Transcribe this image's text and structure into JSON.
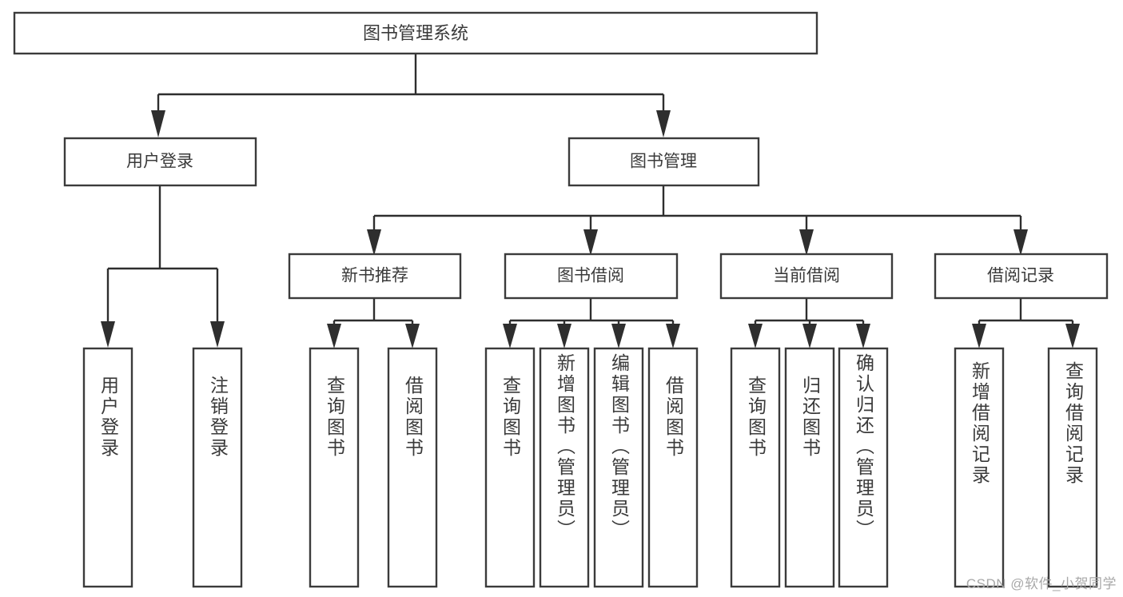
{
  "diagram": {
    "type": "tree-structure-chart",
    "title": "图书管理系统",
    "colors": {
      "background": "#ffffff",
      "box_stroke": "#3b3b3b",
      "connector": "#2e2e2e",
      "text": "#3a3a3a",
      "watermark": "#a8a8a8"
    },
    "root": {
      "label": "图书管理系统"
    },
    "level1": [
      {
        "label": "用户登录"
      },
      {
        "label": "图书管理"
      }
    ],
    "level2": [
      {
        "label": "新书推荐"
      },
      {
        "label": "图书借阅"
      },
      {
        "label": "当前借阅"
      },
      {
        "label": "借阅记录"
      }
    ],
    "leaves": {
      "user_login": [
        {
          "label": "用户登录"
        },
        {
          "label": "注销登录"
        }
      ],
      "new_book_recommend": [
        {
          "label": "查询图书"
        },
        {
          "label": "借阅图书"
        }
      ],
      "book_borrow": [
        {
          "label": "查询图书"
        },
        {
          "label": "新增图书（管理员）"
        },
        {
          "label": "编辑图书（管理员）"
        },
        {
          "label": "借阅图书"
        }
      ],
      "current_borrow": [
        {
          "label": "查询图书"
        },
        {
          "label": "归还图书"
        },
        {
          "label": "确认归还（管理员）"
        }
      ],
      "borrow_record": [
        {
          "label": "新增借阅记录"
        },
        {
          "label": "查询借阅记录"
        }
      ]
    },
    "watermark": "CSDN @软件_小贺同学"
  }
}
